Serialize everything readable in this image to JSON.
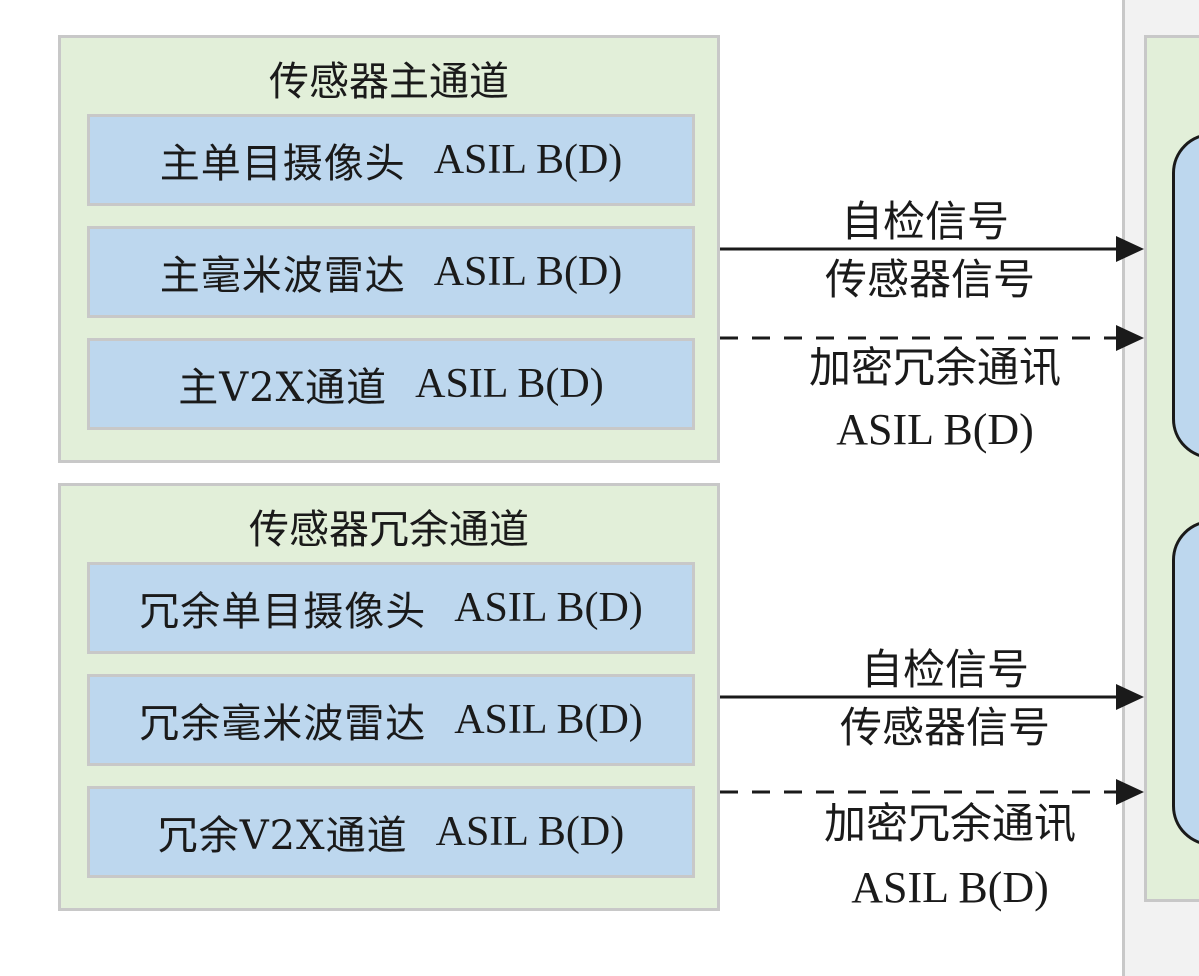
{
  "main_group": {
    "title": "传感器主通道",
    "sensors": [
      {
        "name": "主单目摄像头",
        "asil": "ASIL B(D)"
      },
      {
        "name": "主毫米波雷达",
        "asil": "ASIL B(D)"
      },
      {
        "name": "主V2X通道",
        "asil": "ASIL B(D)"
      }
    ],
    "solid_link": {
      "line1": "自检信号",
      "line2": "传感器信号"
    },
    "dashed_link": {
      "line1": "加密冗余通讯",
      "line2": "ASIL B(D)"
    }
  },
  "redundant_group": {
    "title": "传感器冗余通道",
    "sensors": [
      {
        "name": "冗余单目摄像头",
        "asil": "ASIL B(D)"
      },
      {
        "name": "冗余毫米波雷达",
        "asil": "ASIL B(D)"
      },
      {
        "name": "冗余V2X通道",
        "asil": "ASIL B(D)"
      }
    ],
    "solid_link": {
      "line1": "自检信号",
      "line2": "传感器信号"
    },
    "dashed_link": {
      "line1": "加密冗余通讯",
      "line2": "ASIL B(D)"
    }
  },
  "colors": {
    "group_fill": "#e2efd9",
    "sensor_fill": "#bdd7ee",
    "border": "#c8c8c8",
    "line": "#1a1a1a"
  }
}
